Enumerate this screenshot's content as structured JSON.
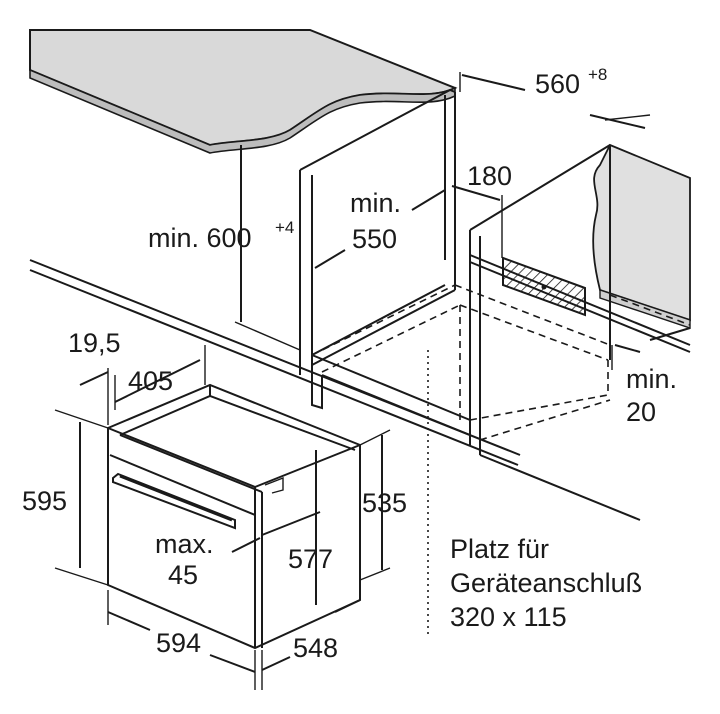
{
  "labels": {
    "niche_width": "560",
    "niche_width_tol": "+8",
    "vent_gap": "180",
    "niche_height_prefix": "min. 600",
    "niche_height_tol": "+4",
    "niche_depth_line1": "min.",
    "niche_depth_line2": "550",
    "rear_gap_line1": "min.",
    "rear_gap_line2": "20",
    "front_offset": "19,5",
    "top_depth": "405",
    "oven_height": "595",
    "body_height": "535",
    "inner_height": "577",
    "handle_line1": "max.",
    "handle_line2": "45",
    "oven_width": "594",
    "oven_depth": "548",
    "connection_line1": "Platz für",
    "connection_line2": "Geräteanschluß",
    "connection_line3": "320 x 115"
  },
  "colors": {
    "line": "#1a1a1a",
    "worktop": "#d9d9d9",
    "wall": "#e0e0e0",
    "oven_front": "#ffffff"
  }
}
